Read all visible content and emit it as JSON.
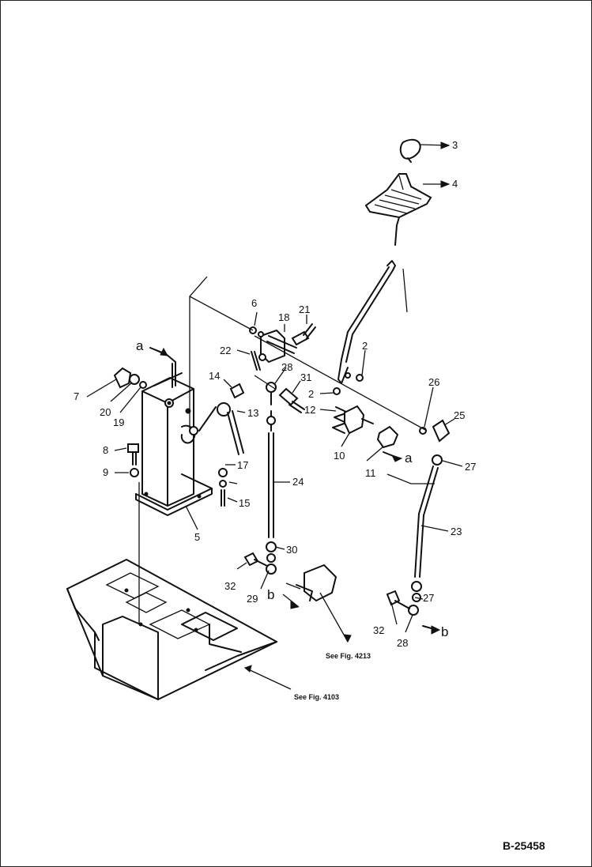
{
  "drawing_code": "B-25458",
  "references": {
    "fig_4213": "See Fig. 4213",
    "fig_4103": "See Fig. 4103"
  },
  "connection_labels": {
    "a_left": "a",
    "a_right": "a",
    "b_left": "b",
    "b_right": "b"
  },
  "callouts": {
    "p2a": "2",
    "p2b": "2",
    "p3": "3",
    "p4": "4",
    "p5": "5",
    "p6": "6",
    "p7": "7",
    "p8": "8",
    "p9": "9",
    "p10": "10",
    "p11": "11",
    "p12": "12",
    "p13": "13",
    "p14": "14",
    "p15": "15",
    "p17": "17",
    "p18": "18",
    "p19": "19",
    "p20": "20",
    "p21": "21",
    "p22": "22",
    "p23": "23",
    "p24": "24",
    "p25": "25",
    "p26": "26",
    "p27a": "27",
    "p27b": "27",
    "p28a": "28",
    "p28b": "28",
    "p29": "29",
    "p30": "30",
    "p31": "31",
    "p32a": "32",
    "p32b": "32"
  }
}
